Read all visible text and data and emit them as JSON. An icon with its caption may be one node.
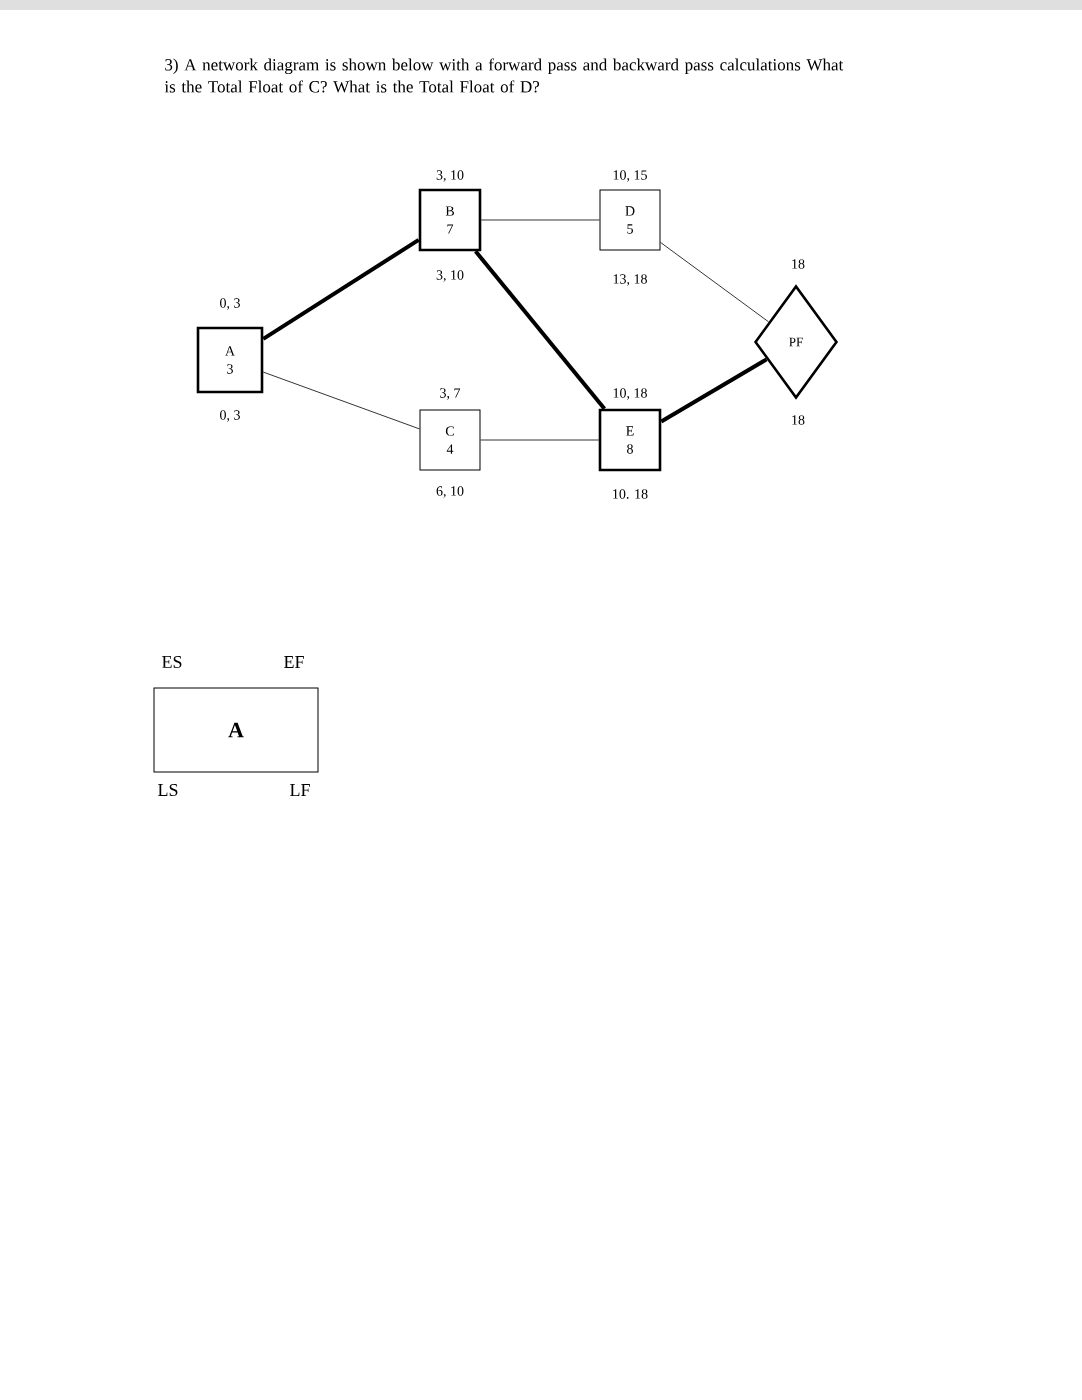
{
  "diagram": {
    "title": "3) A network diagram is shown below with a forward pass and backward pass calculations What is the Total Float of C? What is the Total Float of D?",
    "nodes": [
      {
        "text": [
          "A",
          "3"
        ],
        "beside": [
          "0, 3",
          "0, 3"
        ]
      },
      {
        "text": [
          "B",
          "7"
        ],
        "beside": [
          "3, 10",
          "3, 10"
        ]
      },
      {
        "text": [
          "D",
          "5"
        ],
        "beside": [
          "10, 15",
          "13, 18"
        ]
      },
      {
        "text": [
          "C",
          "4"
        ],
        "beside": [
          "3, 7",
          "6, 10"
        ]
      },
      {
        "text": [
          "E",
          "8"
        ],
        "beside": [
          "10, 18",
          "10. 18"
        ]
      },
      {
        "text": [
          "PF"
        ],
        "beside": [
          "18",
          "18"
        ]
      },
      {
        "text": [
          "A"
        ],
        "beside": [
          "ES",
          "EF",
          "LS",
          "LF"
        ]
      }
    ],
    "edges": [
      {
        "from": 0,
        "to": 1,
        "arrow": "none",
        "style": "thick"
      },
      {
        "from": 0,
        "to": 3,
        "arrow": "none"
      },
      {
        "from": 1,
        "to": 2,
        "arrow": "none"
      },
      {
        "from": 1,
        "to": 4,
        "arrow": "none",
        "style": "thick"
      },
      {
        "from": 3,
        "to": 4,
        "arrow": "none"
      },
      {
        "from": 2,
        "to": 5,
        "arrow": "none"
      },
      {
        "from": 4,
        "to": 5,
        "arrow": "none",
        "style": "thick"
      }
    ]
  }
}
